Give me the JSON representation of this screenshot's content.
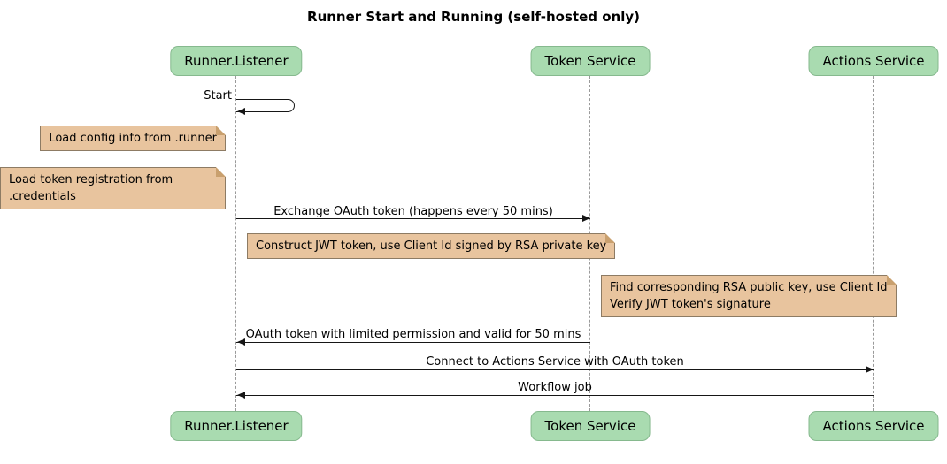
{
  "title": "Runner Start and Running (self-hosted only)",
  "participants": [
    {
      "name": "Runner.Listener"
    },
    {
      "name": "Token Service"
    },
    {
      "name": "Actions Service"
    }
  ],
  "messages": [
    {
      "label": "Start",
      "from": "Runner.Listener",
      "to": "Runner.Listener",
      "type": "self"
    },
    {
      "label": "Exchange OAuth token (happens every 50 mins)",
      "from": "Runner.Listener",
      "to": "Token Service",
      "type": "solid-arrow"
    },
    {
      "label": "OAuth token with limited permission and valid for 50 mins",
      "from": "Token Service",
      "to": "Runner.Listener",
      "type": "solid-arrow"
    },
    {
      "label": "Connect to Actions Service with OAuth token",
      "from": "Runner.Listener",
      "to": "Actions Service",
      "type": "solid-arrow"
    },
    {
      "label": "Workflow job",
      "from": "Actions Service",
      "to": "Runner.Listener",
      "type": "solid-arrow"
    }
  ],
  "notes": [
    {
      "text": "Load config info from .runner"
    },
    {
      "text": "Load token registration from .credentials"
    },
    {
      "text": "Construct JWT token, use Client Id signed by RSA private key"
    },
    {
      "text": "Find corresponding RSA public key, use Client Id\nVerify JWT token's signature"
    }
  ],
  "colors": {
    "participant_fill": "#a9dbb0",
    "participant_border": "#86b98e",
    "note_fill": "#e8c49e",
    "note_border": "#8d7b64",
    "lifeline": "#9a9a9a",
    "arrow": "#161616",
    "background": "#ffffff"
  }
}
